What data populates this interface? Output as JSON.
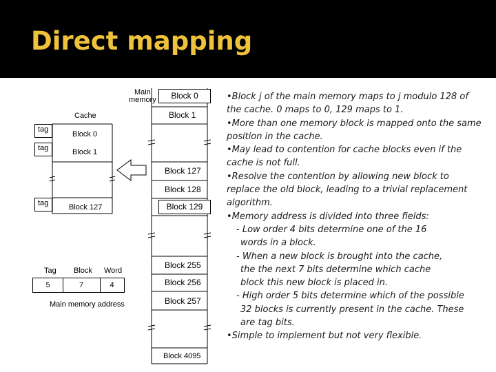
{
  "title": "Direct mapping",
  "cache": {
    "label": "Cache",
    "tag_label": "tag",
    "blocks": [
      "Block 0",
      "Block 1",
      "Block 127"
    ]
  },
  "main_memory": {
    "label_line1": "Main",
    "label_line2": "memory",
    "blocks": [
      "Block 0",
      "Block 1",
      "Block 127",
      "Block 128",
      "Block 129",
      "Block 255",
      "Block 256",
      "Block 257",
      "Block 4095"
    ]
  },
  "address": {
    "fields": [
      "Tag",
      "Block",
      "Word"
    ],
    "values": [
      "5",
      "7",
      "4"
    ],
    "caption": "Main memory address"
  },
  "bullets": [
    "•Block j of the main memory maps to j modulo 128 of",
    "the cache. 0 maps to 0, 129 maps to 1.",
    "•More than one memory block is mapped onto  the same",
    "position in the cache.",
    "•May lead to contention for cache blocks even if the",
    "cache is not full.",
    "•Resolve the contention by allowing new block to",
    "replace the old block, leading to a trivial replacement",
    "algorithm.",
    "•Memory address is divided into three fields:",
    " - Low order 4 bits determine one of the 16",
    "words in a block.",
    " - When a new block is brought into the cache,",
    "the the next 7 bits determine which cache",
    "block this new block is placed in.",
    " - High order 5 bits determine which of the possible",
    "32 blocks is currently present in the cache. These",
    "are tag bits.",
    "•Simple to implement but not very flexible."
  ],
  "colors": {
    "title_band": "#000000",
    "title_text": "#f0c23b"
  }
}
